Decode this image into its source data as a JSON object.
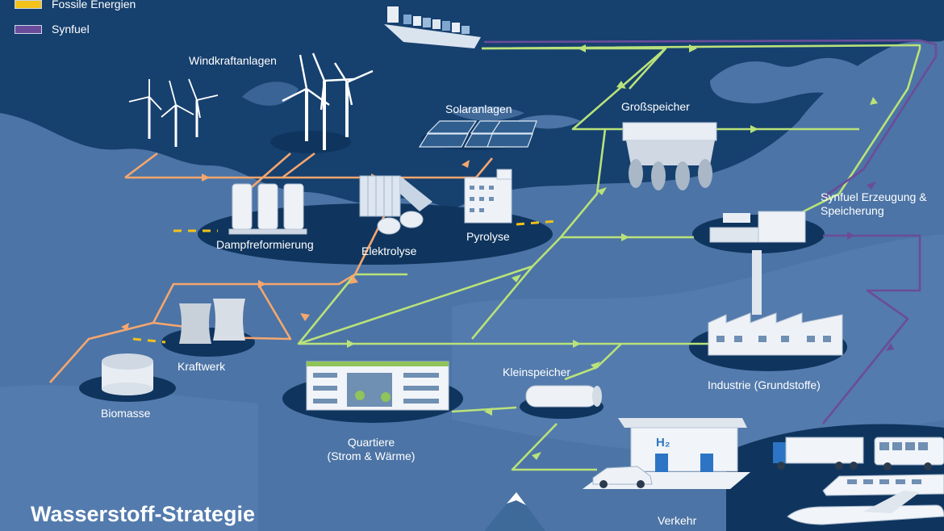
{
  "title": "Wasserstoff-Strategie",
  "legend": [
    {
      "label": "Fossile Energien",
      "color": "#f2c21a"
    },
    {
      "label": "Synfuel",
      "color": "#6b4c9a"
    }
  ],
  "colors": {
    "sea": "#16406e",
    "land": "#4c74a6",
    "hydrogen_line": "#b9e27a",
    "renewable_line": "#f5a66e",
    "fossil_line": "#f2c21a",
    "synfuel_line": "#6b4c9a",
    "platform": "#0f355e"
  },
  "nodes": {
    "windkraft": "Windkraftanlagen",
    "solar": "Solaranlagen",
    "grossspeicher": "Großspeicher",
    "synfuel_line1": "Synfuel Erzeugung &",
    "synfuel_line2": "Speicherung",
    "dampf": "Dampfreformierung",
    "elektrolyse": "Elektrolyse",
    "pyrolyse": "Pyrolyse",
    "kraftwerk": "Kraftwerk",
    "biomasse": "Biomasse",
    "quartiere_line1": "Quartiere",
    "quartiere_line2": "(Strom & Wärme)",
    "kleinspeicher": "Kleinspeicher",
    "industrie": "Industrie (Grundstoffe)",
    "verkehr": "Verkehr"
  },
  "station_sign": "H₂",
  "icons": [
    "container-ship-icon",
    "wind-turbine-icon",
    "solar-panel-icon",
    "storage-tank-icon",
    "electrolyser-icon",
    "pyrolysis-plant-icon",
    "cooling-tower-icon",
    "biomass-tank-icon",
    "building-icon",
    "gas-cylinder-icon",
    "factory-icon",
    "chimney-icon",
    "fuel-station-icon",
    "car-icon",
    "truck-icon",
    "bus-icon",
    "train-icon",
    "airplane-icon",
    "mountain-icon"
  ]
}
